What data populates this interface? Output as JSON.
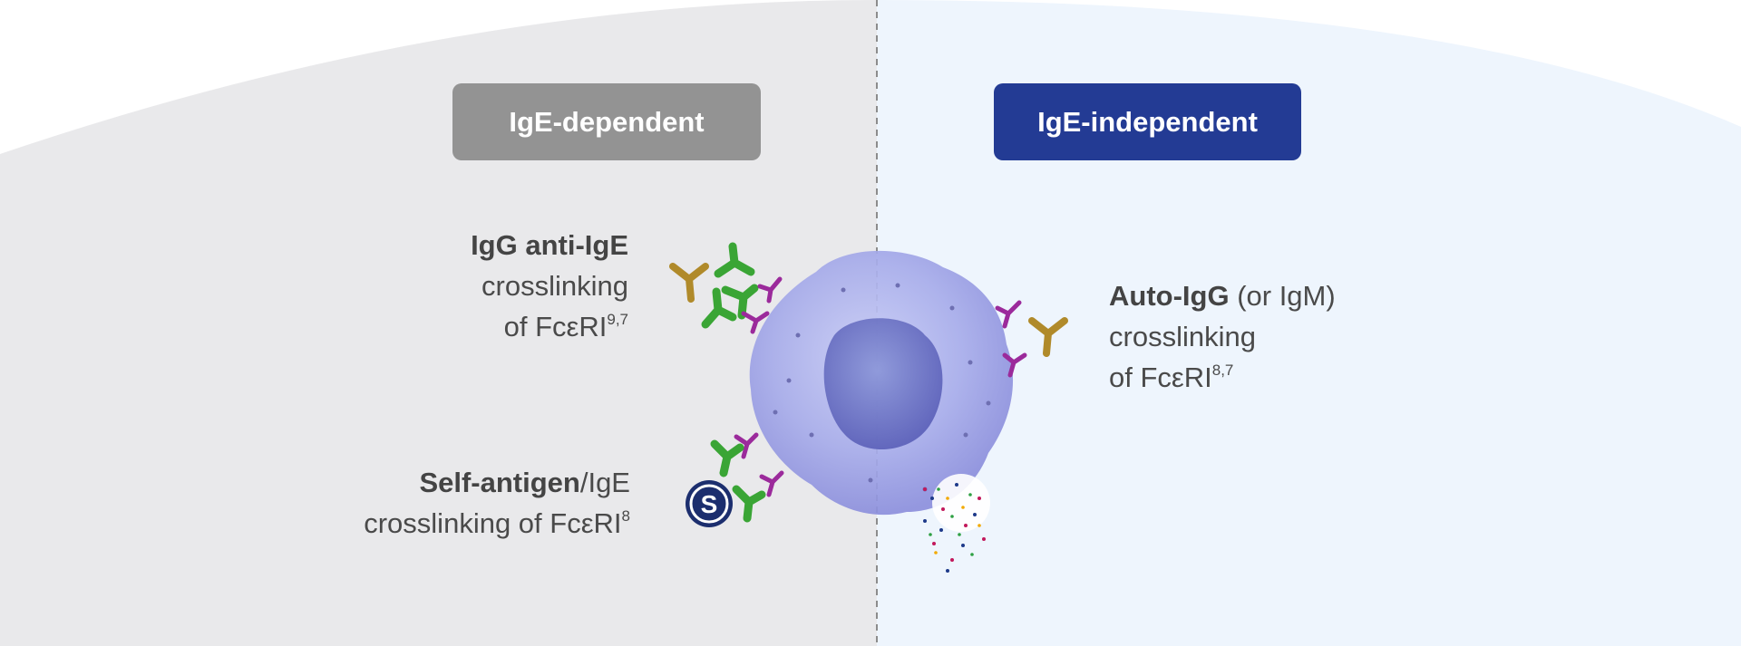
{
  "pills": {
    "left": "IgE-dependent",
    "right": "IgE-independent"
  },
  "labels": {
    "igg_anti_ige": {
      "bold": "IgG anti-IgE",
      "line2": "crosslinking",
      "line3": "of FcεRI",
      "sup": "9,7"
    },
    "self_antigen": {
      "bold": "Self-antigen",
      "rest": "/IgE",
      "line2": "crosslinking of FcεRI",
      "sup": "8"
    },
    "auto_igg": {
      "bold": "Auto-IgG",
      "rest": " (or IgM)",
      "line2": "crosslinking",
      "line3": "of FcεRI",
      "sup": "8,7"
    }
  },
  "badge": {
    "letter": "S"
  },
  "icons": [
    "igg-antibody-icon",
    "ige-antibody-icon",
    "fcri-receptor-icon",
    "self-antigen-icon",
    "mast-cell-icon",
    "mediator-release-icon"
  ],
  "colors": {
    "left_panel": "#e9e9eb",
    "right_panel": "#eef5fd",
    "pill_left": "#939393",
    "pill_right": "#233b94",
    "igg_green": "#3aa535",
    "ige_gold": "#b08a2a",
    "receptor_purple": "#9b2a9b",
    "badge_navy": "#1c2e6e"
  }
}
